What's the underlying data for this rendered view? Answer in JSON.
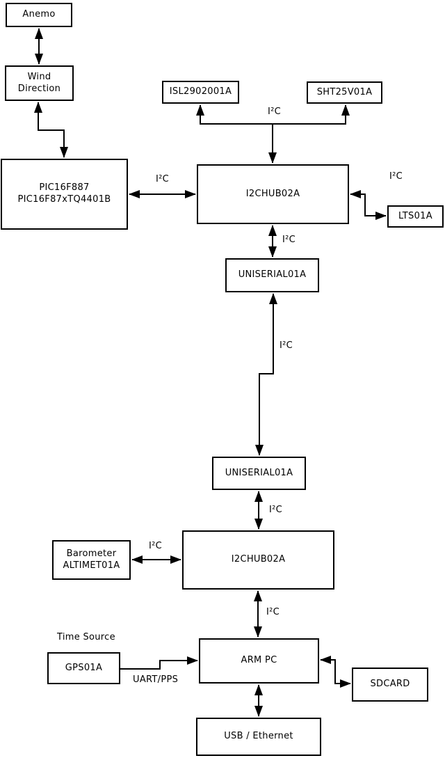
{
  "diagram": {
    "nodes": {
      "anemo": {
        "label": "Anemo"
      },
      "wind": {
        "label": "Wind\nDirection"
      },
      "pic": {
        "label": "PIC16F887\nPIC16F87xTQ4401B"
      },
      "isl": {
        "label": "ISL2902001A"
      },
      "sht": {
        "label": "SHT25V01A"
      },
      "hub1": {
        "label": "I2CHUB02A"
      },
      "lts": {
        "label": "LTS01A"
      },
      "uniserial1": {
        "label": "UNISERIAL01A"
      },
      "uniserial2": {
        "label": "UNISERIAL01A"
      },
      "hub2": {
        "label": "I2CHUB02A"
      },
      "barometer": {
        "label": "Barometer\nALTIMET01A"
      },
      "armpc": {
        "label": "ARM PC"
      },
      "gps": {
        "label": "GPS01A"
      },
      "sdcard": {
        "label": "SDCARD"
      },
      "usb": {
        "label": "USB / Ethernet"
      }
    },
    "edge_labels": {
      "pic_hub1": "I²C",
      "sensor_bus": "I²C",
      "hub1_lts": "I²C",
      "hub1_uniserial1": "I²C",
      "serial_link": "I²C",
      "uniserial2_hub2": "I²C",
      "barometer_hub2": "I²C",
      "hub2_armpc": "I²C",
      "time_source": "Time Source",
      "uart_pps": "UART/PPS"
    },
    "connections": [
      {
        "from": "Anemo",
        "to": "Wind Direction",
        "bidirectional": true,
        "label": ""
      },
      {
        "from": "Wind Direction",
        "to": "PIC16F887 PIC16F87xTQ4401B",
        "bidirectional": true,
        "label": ""
      },
      {
        "from": "PIC16F887 PIC16F87xTQ4401B",
        "to": "I2CHUB02A (top)",
        "bidirectional": true,
        "label": "I²C"
      },
      {
        "from": "I2CHUB02A (top)",
        "to": "ISL2902001A",
        "bidirectional": false,
        "label": "I²C"
      },
      {
        "from": "I2CHUB02A (top)",
        "to": "SHT25V01A",
        "bidirectional": false,
        "label": "I²C"
      },
      {
        "from": "I2CHUB02A (top)",
        "to": "LTS01A",
        "bidirectional": true,
        "label": "I²C"
      },
      {
        "from": "I2CHUB02A (top)",
        "to": "UNISERIAL01A (top)",
        "bidirectional": true,
        "label": "I²C"
      },
      {
        "from": "UNISERIAL01A (top)",
        "to": "UNISERIAL01A (bottom)",
        "bidirectional": true,
        "label": "I²C"
      },
      {
        "from": "UNISERIAL01A (bottom)",
        "to": "I2CHUB02A (bottom)",
        "bidirectional": true,
        "label": "I²C"
      },
      {
        "from": "Barometer ALTIMET01A",
        "to": "I2CHUB02A (bottom)",
        "bidirectional": true,
        "label": "I²C"
      },
      {
        "from": "I2CHUB02A (bottom)",
        "to": "ARM PC",
        "bidirectional": true,
        "label": "I²C"
      },
      {
        "from": "GPS01A",
        "to": "ARM PC",
        "bidirectional": false,
        "label": "UART/PPS"
      },
      {
        "from": "ARM PC",
        "to": "SDCARD",
        "bidirectional": true,
        "label": ""
      },
      {
        "from": "ARM PC",
        "to": "USB / Ethernet",
        "bidirectional": true,
        "label": ""
      }
    ],
    "colors": {
      "background": "#ffffff",
      "line": "#000000",
      "box_border": "#000000",
      "text": "#000000"
    }
  }
}
